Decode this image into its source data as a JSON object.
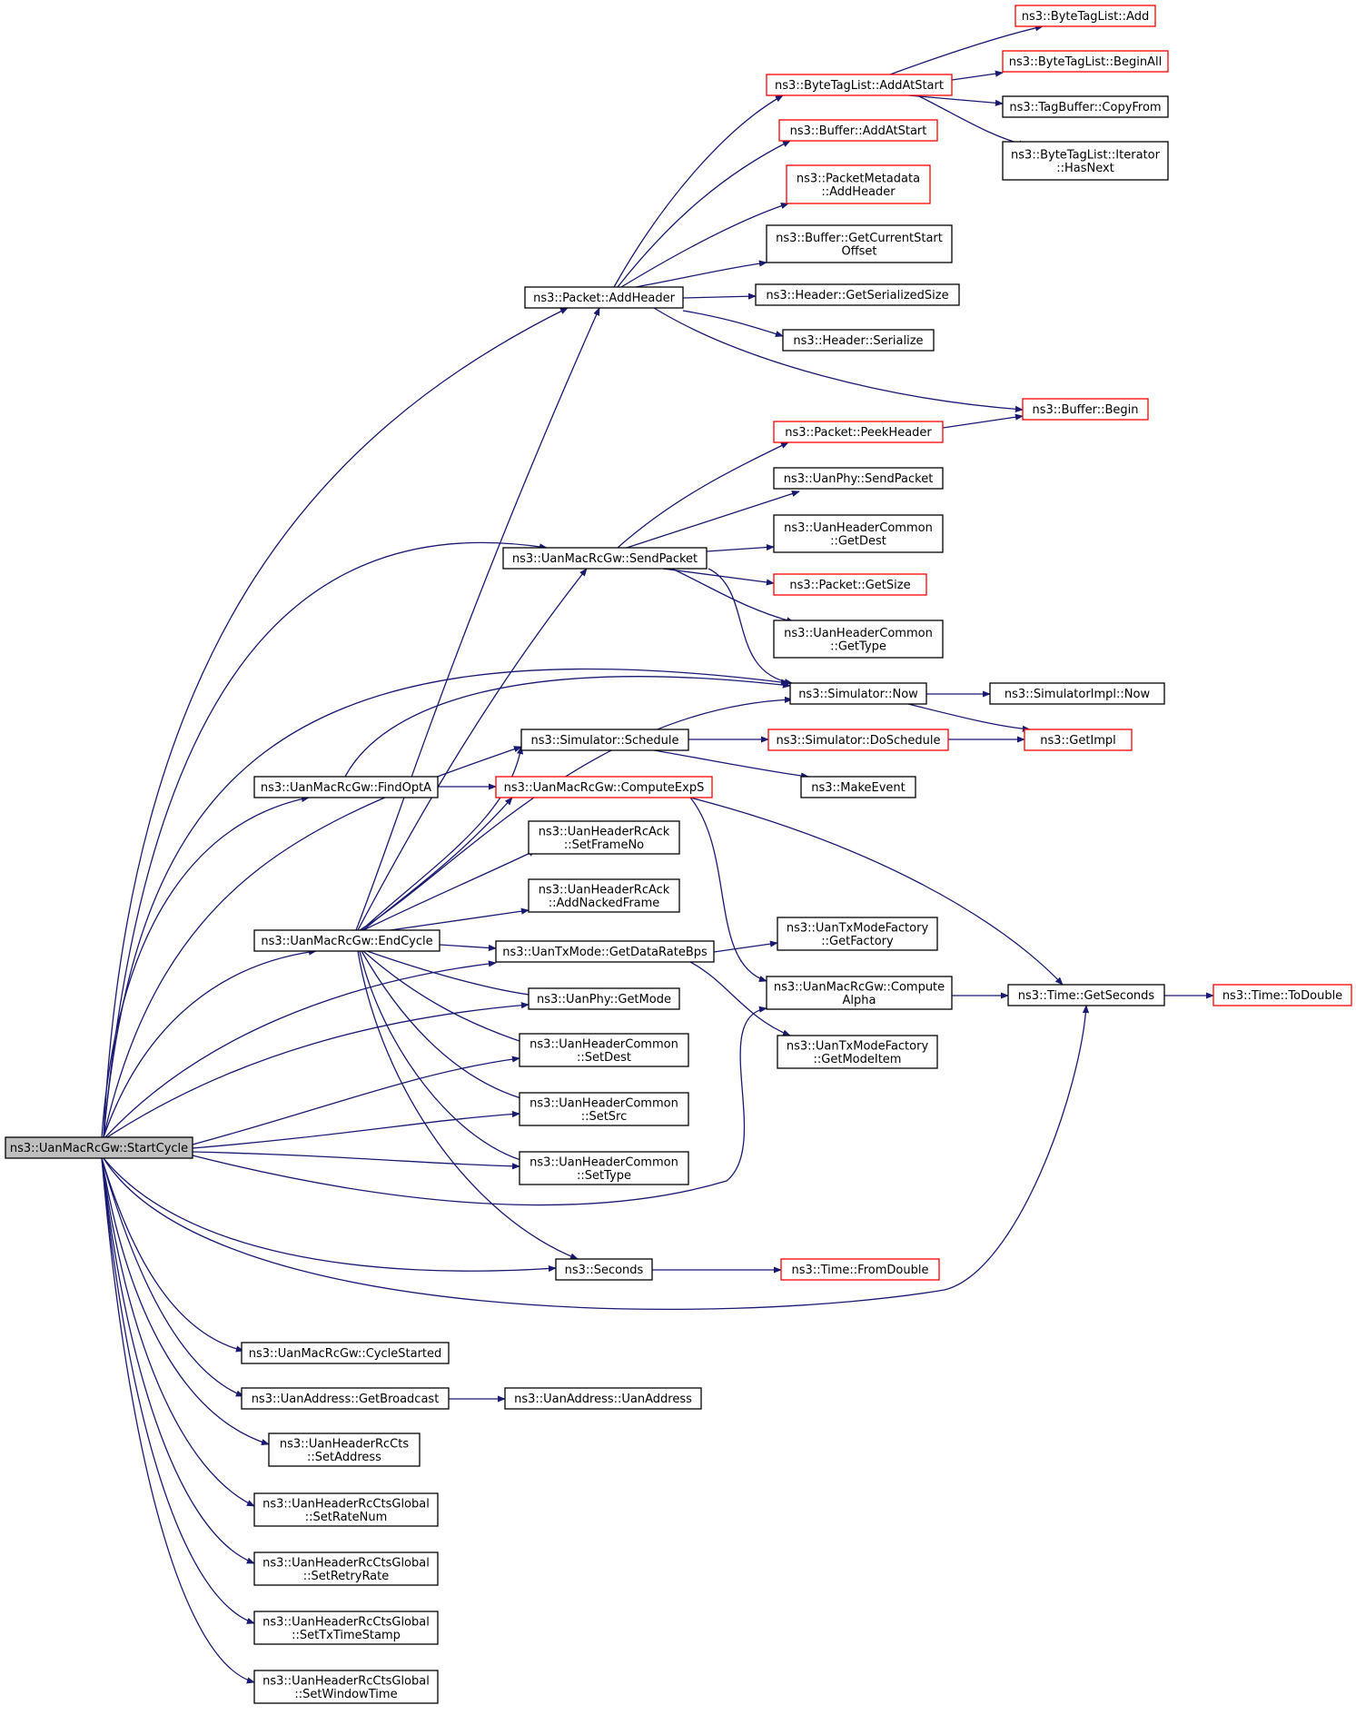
{
  "colors": {
    "edge": "#191970",
    "border_normal": "#000000",
    "border_truncated": "#ff0000",
    "fill_normal": "#ffffff",
    "fill_root": "#bfbfbf"
  },
  "graph": {
    "nodes": [
      {
        "id": "root",
        "lines": [
          "ns3::UanMacRcGw::StartCycle"
        ],
        "style": "root"
      },
      {
        "id": "addheader",
        "lines": [
          "ns3::Packet::AddHeader"
        ],
        "style": "normal"
      },
      {
        "id": "sendpacket",
        "lines": [
          "ns3::UanMacRcGw::SendPacket"
        ],
        "style": "normal"
      },
      {
        "id": "simnow",
        "lines": [
          "ns3::Simulator::Now"
        ],
        "style": "normal"
      },
      {
        "id": "schedule",
        "lines": [
          "ns3::Simulator::Schedule"
        ],
        "style": "normal"
      },
      {
        "id": "findopta",
        "lines": [
          "ns3::UanMacRcGw::FindOptA"
        ],
        "style": "normal"
      },
      {
        "id": "computeexps",
        "lines": [
          "ns3::UanMacRcGw::ComputeExpS"
        ],
        "style": "truncated"
      },
      {
        "id": "endcycle",
        "lines": [
          "ns3::UanMacRcGw::EndCycle"
        ],
        "style": "normal"
      },
      {
        "id": "getdataratebps",
        "lines": [
          "ns3::UanTxMode::GetDataRateBps"
        ],
        "style": "normal"
      },
      {
        "id": "getmode",
        "lines": [
          "ns3::UanPhy::GetMode"
        ],
        "style": "normal"
      },
      {
        "id": "setdest",
        "lines": [
          "ns3::UanHeaderCommon",
          "::SetDest"
        ],
        "style": "normal"
      },
      {
        "id": "setsrc",
        "lines": [
          "ns3::UanHeaderCommon",
          "::SetSrc"
        ],
        "style": "normal"
      },
      {
        "id": "settype",
        "lines": [
          "ns3::UanHeaderCommon",
          "::SetType"
        ],
        "style": "normal"
      },
      {
        "id": "computealpha",
        "lines": [
          "ns3::UanMacRcGw::Compute",
          "Alpha"
        ],
        "style": "normal"
      },
      {
        "id": "seconds",
        "lines": [
          "ns3::Seconds"
        ],
        "style": "normal"
      },
      {
        "id": "getseconds",
        "lines": [
          "ns3::Time::GetSeconds"
        ],
        "style": "normal"
      },
      {
        "id": "cyclestarted",
        "lines": [
          "ns3::UanMacRcGw::CycleStarted"
        ],
        "style": "normal"
      },
      {
        "id": "getbroadcast",
        "lines": [
          "ns3::UanAddress::GetBroadcast"
        ],
        "style": "normal"
      },
      {
        "id": "rccts_setaddress",
        "lines": [
          "ns3::UanHeaderRcCts",
          "::SetAddress"
        ],
        "style": "normal"
      },
      {
        "id": "setratenum",
        "lines": [
          "ns3::UanHeaderRcCtsGlobal",
          "::SetRateNum"
        ],
        "style": "normal"
      },
      {
        "id": "setretryrate",
        "lines": [
          "ns3::UanHeaderRcCtsGlobal",
          "::SetRetryRate"
        ],
        "style": "normal"
      },
      {
        "id": "settxtimestamp",
        "lines": [
          "ns3::UanHeaderRcCtsGlobal",
          "::SetTxTimeStamp"
        ],
        "style": "normal"
      },
      {
        "id": "setwindowtime",
        "lines": [
          "ns3::UanHeaderRcCtsGlobal",
          "::SetWindowTime"
        ],
        "style": "normal"
      },
      {
        "id": "bt_addatstart",
        "lines": [
          "ns3::ByteTagList::AddAtStart"
        ],
        "style": "truncated"
      },
      {
        "id": "buf_addatstart",
        "lines": [
          "ns3::Buffer::AddAtStart"
        ],
        "style": "truncated"
      },
      {
        "id": "pm_addheader",
        "lines": [
          "ns3::PacketMetadata",
          "::AddHeader"
        ],
        "style": "truncated"
      },
      {
        "id": "getcurrentstart",
        "lines": [
          "ns3::Buffer::GetCurrentStart",
          "Offset"
        ],
        "style": "normal"
      },
      {
        "id": "getserializedsize",
        "lines": [
          "ns3::Header::GetSerializedSize"
        ],
        "style": "normal"
      },
      {
        "id": "serialize",
        "lines": [
          "ns3::Header::Serialize"
        ],
        "style": "normal"
      },
      {
        "id": "buf_begin",
        "lines": [
          "ns3::Buffer::Begin"
        ],
        "style": "truncated"
      },
      {
        "id": "bt_add",
        "lines": [
          "ns3::ByteTagList::Add"
        ],
        "style": "truncated"
      },
      {
        "id": "bt_beginall",
        "lines": [
          "ns3::ByteTagList::BeginAll"
        ],
        "style": "truncated"
      },
      {
        "id": "tb_copyfrom",
        "lines": [
          "ns3::TagBuffer::CopyFrom"
        ],
        "style": "normal"
      },
      {
        "id": "bt_hasnext",
        "lines": [
          "ns3::ByteTagList::Iterator",
          "::HasNext"
        ],
        "style": "normal"
      },
      {
        "id": "peekheader",
        "lines": [
          "ns3::Packet::PeekHeader"
        ],
        "style": "truncated"
      },
      {
        "id": "phy_sendpacket",
        "lines": [
          "ns3::UanPhy::SendPacket"
        ],
        "style": "normal"
      },
      {
        "id": "getdest",
        "lines": [
          "ns3::UanHeaderCommon",
          "::GetDest"
        ],
        "style": "normal"
      },
      {
        "id": "getsize",
        "lines": [
          "ns3::Packet::GetSize"
        ],
        "style": "truncated"
      },
      {
        "id": "gettype",
        "lines": [
          "ns3::UanHeaderCommon",
          "::GetType"
        ],
        "style": "normal"
      },
      {
        "id": "simimpl_now",
        "lines": [
          "ns3::SimulatorImpl::Now"
        ],
        "style": "normal"
      },
      {
        "id": "getimpl",
        "lines": [
          "ns3::GetImpl"
        ],
        "style": "truncated"
      },
      {
        "id": "doschedule",
        "lines": [
          "ns3::Simulator::DoSchedule"
        ],
        "style": "truncated"
      },
      {
        "id": "makeevent",
        "lines": [
          "ns3::MakeEvent"
        ],
        "style": "normal"
      },
      {
        "id": "setframeno",
        "lines": [
          "ns3::UanHeaderRcAck",
          "::SetFrameNo"
        ],
        "style": "normal"
      },
      {
        "id": "addnackedframe",
        "lines": [
          "ns3::UanHeaderRcAck",
          "::AddNackedFrame"
        ],
        "style": "normal"
      },
      {
        "id": "getfactory",
        "lines": [
          "ns3::UanTxModeFactory",
          "::GetFactory"
        ],
        "style": "normal"
      },
      {
        "id": "getmodeitem",
        "lines": [
          "ns3::UanTxModeFactory",
          "::GetModeItem"
        ],
        "style": "normal"
      },
      {
        "id": "todouble",
        "lines": [
          "ns3::Time::ToDouble"
        ],
        "style": "truncated"
      },
      {
        "id": "fromdouble",
        "lines": [
          "ns3::Time::FromDouble"
        ],
        "style": "truncated"
      },
      {
        "id": "uanaddress",
        "lines": [
          "ns3::UanAddress::UanAddress"
        ],
        "style": "normal"
      }
    ]
  }
}
